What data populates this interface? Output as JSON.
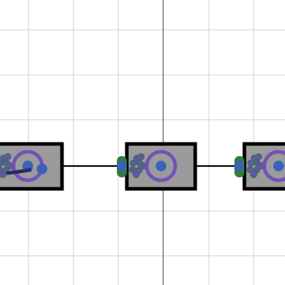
{
  "canvas": {
    "background": "#ffffff",
    "grid_color": "#d0d0d0",
    "axis_color": "#555555"
  },
  "palette": {
    "wire": "#000000",
    "block_fill": "#9b9b9b",
    "block_stroke": "#000000",
    "ring": "#6f4bb8",
    "node": "#3a62b8",
    "glyph_fill": "#6e4bc0",
    "glyph_stroke": "#2e7d3e",
    "tab": "#2e7d3e"
  },
  "icons": {
    "block": "component-block-icon",
    "ring": "selection-ring-icon",
    "node": "connector-node-icon",
    "glyph": "cluster-glyph-icon",
    "tab": "side-tab-icon"
  },
  "diagram": {
    "chain": [
      "component-1",
      "component-2",
      "component-3"
    ]
  }
}
